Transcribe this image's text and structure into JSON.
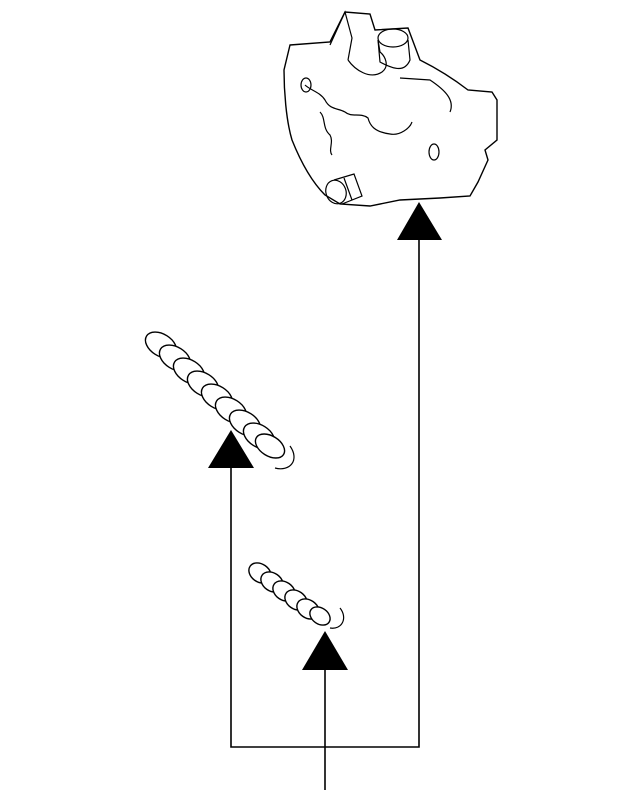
{
  "diagram": {
    "type": "parts-exploded-view",
    "parts": [
      {
        "id": "housing",
        "icon": "valve-housing-icon"
      },
      {
        "id": "spring-large",
        "icon": "coil-spring-icon"
      },
      {
        "id": "spring-small",
        "icon": "coil-spring-icon"
      }
    ],
    "colors": {
      "line": "#000000",
      "background": "#ffffff"
    }
  }
}
